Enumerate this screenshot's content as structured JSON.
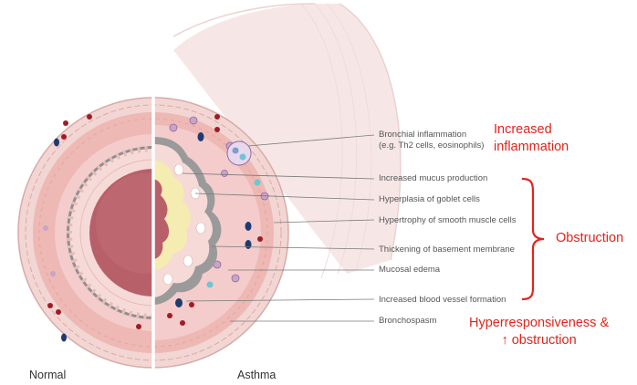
{
  "colors": {
    "tissue": "#eeb8b4",
    "lumen": "#b8606a",
    "epithelium": "#f6dad8",
    "basement": "#8f8f8f",
    "mucus": "#f4ecb0",
    "annotation_red": "#e0241b",
    "tube": "#f6e7e6"
  },
  "captions": {
    "normal": "Normal",
    "asthma": "Asthma"
  },
  "labels": [
    {
      "id": "bronchial_inflammation",
      "line1": "Bronchial inflammation",
      "line2": "(e.g. Th2 cells, eosinophils)"
    },
    {
      "id": "mucus",
      "line1": "Increased mucus production"
    },
    {
      "id": "goblet",
      "line1": "Hyperplasia of goblet cells"
    },
    {
      "id": "smooth_muscle",
      "line1": "Hypertrophy of smooth muscle cells"
    },
    {
      "id": "basement",
      "line1": "Thickening of basement membrane"
    },
    {
      "id": "edema",
      "line1": "Mucosal edema"
    },
    {
      "id": "vessel",
      "line1": "Increased blood vessel formation"
    },
    {
      "id": "bronchospasm",
      "line1": "Bronchospasm"
    }
  ],
  "annotations": {
    "increased_inflammation": {
      "line1": "Increased",
      "line2": "inflammation"
    },
    "obstruction": "Obstruction",
    "hyperresponsiveness": {
      "line1": "Hyperresponsiveness &",
      "line2": "↑ obstruction"
    }
  }
}
